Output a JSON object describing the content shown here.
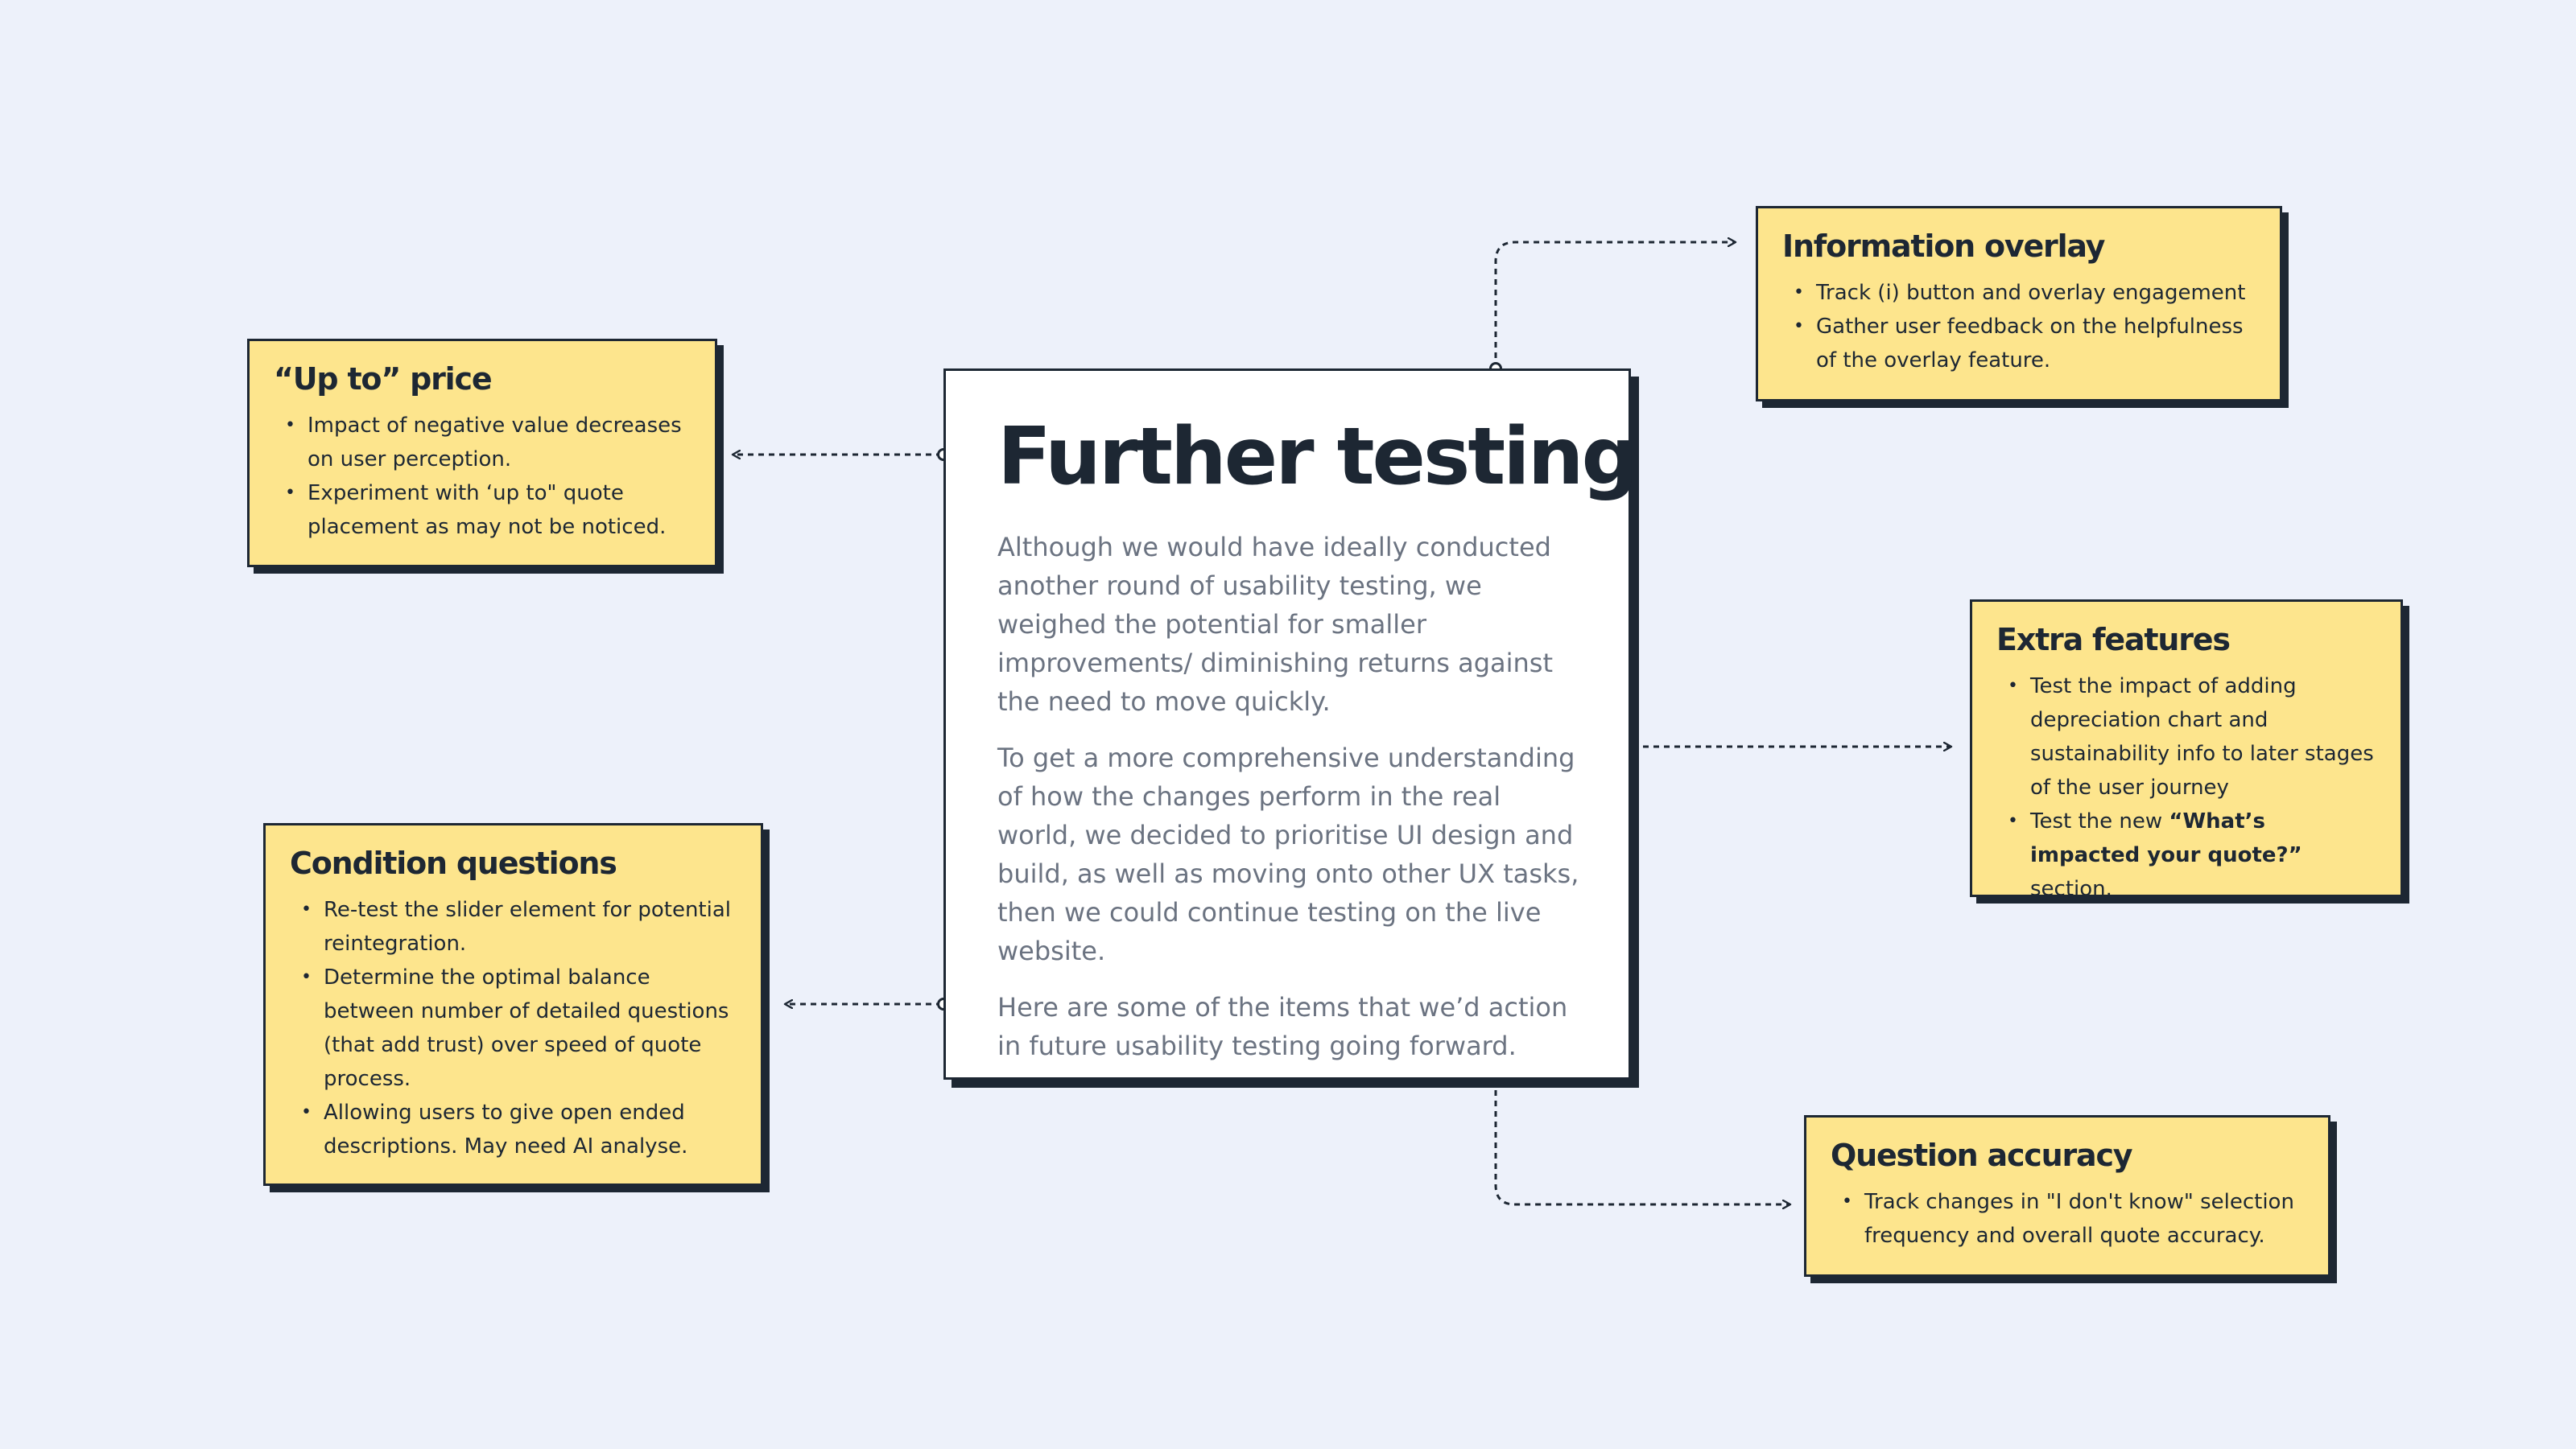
{
  "main": {
    "title": "Further testing",
    "paragraphs": [
      "Although we would have ideally conducted another round of usability testing, we weighed the potential for smaller improvements/ diminishing returns against the need to move quickly.",
      "To get a more comprehensive understanding of how the changes perform in the real world, we decided to prioritise UI design and build, as well as moving onto other UX tasks, then we could continue testing on the live website.",
      "Here are some of the items that we’d action in future usability testing going forward."
    ]
  },
  "notes": {
    "up_to_price": {
      "title": "“Up to” price",
      "items": [
        "Impact of negative value decreases on user perception.",
        "Experiment with ‘up to\" quote placement as may not be noticed."
      ]
    },
    "condition_questions": {
      "title": "Condition questions",
      "items": [
        "Re-test the slider element for potential reintegration.",
        "Determine the optimal balance between number of detailed questions (that add trust) over speed of quote process.",
        "Allowing users to give open ended descriptions. May need AI analyse."
      ]
    },
    "information_overlay": {
      "title": "Information overlay",
      "items": [
        "Track (i) button and overlay engagement",
        "Gather user feedback on the helpfulness of the overlay feature."
      ]
    },
    "extra_features": {
      "title": "Extra features",
      "items": [
        "Test the impact of adding depreciation chart and sustainability info to later stages of the user journey"
      ],
      "item2_prefix": "Test the new ",
      "item2_bold": "“What’s impacted your quote?”",
      "item2_suffix": " section."
    },
    "question_accuracy": {
      "title": "Question accuracy",
      "items": [
        "Track changes in \"I don't know\" selection frequency and overall quote accuracy."
      ]
    }
  },
  "colors": {
    "background": "#edf1fa",
    "note_fill": "#fde58d",
    "ink": "#1d2733",
    "body_text": "#6b7381"
  }
}
